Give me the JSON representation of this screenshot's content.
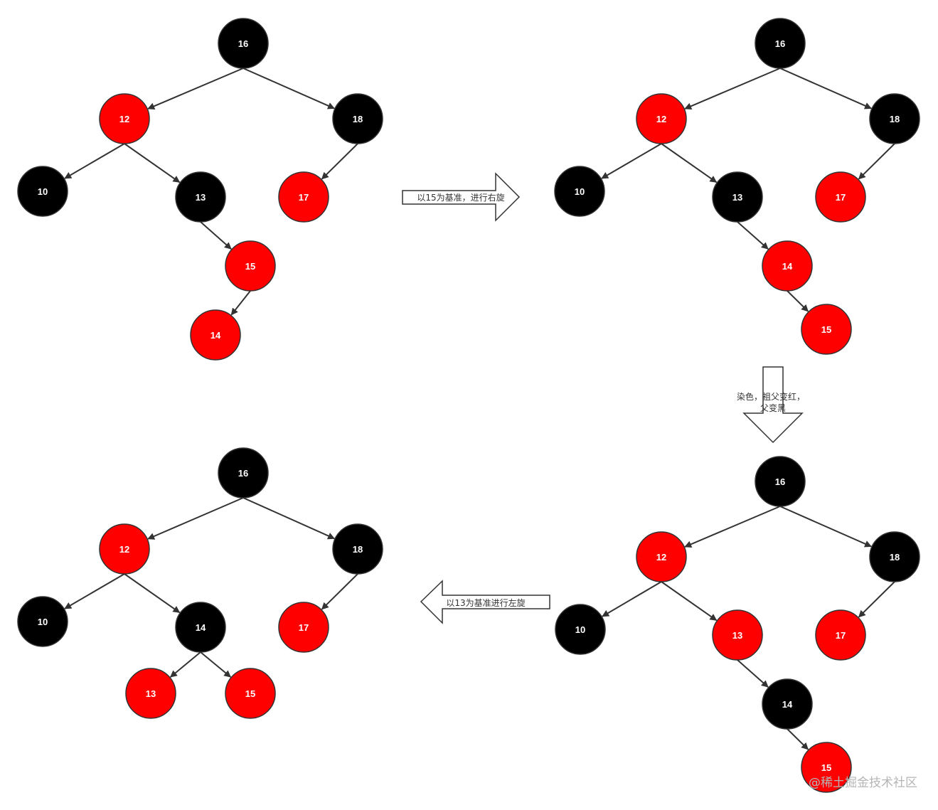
{
  "colors": {
    "black_node": "#000000",
    "red_node": "#ff0000",
    "node_stroke": "#333333",
    "edge": "#333333",
    "label": "#ffffff"
  },
  "trees": [
    {
      "id": "tree-1-initial",
      "nodes": [
        {
          "id": "16",
          "label": "16",
          "color": "black"
        },
        {
          "id": "12",
          "label": "12",
          "color": "red"
        },
        {
          "id": "18",
          "label": "18",
          "color": "black"
        },
        {
          "id": "10",
          "label": "10",
          "color": "black"
        },
        {
          "id": "13",
          "label": "13",
          "color": "black"
        },
        {
          "id": "17",
          "label": "17",
          "color": "red"
        },
        {
          "id": "15",
          "label": "15",
          "color": "red"
        },
        {
          "id": "14",
          "label": "14",
          "color": "red"
        }
      ],
      "edges": [
        [
          "16",
          "12"
        ],
        [
          "16",
          "18"
        ],
        [
          "12",
          "10"
        ],
        [
          "12",
          "13"
        ],
        [
          "18",
          "17"
        ],
        [
          "13",
          "15"
        ],
        [
          "15",
          "14"
        ]
      ]
    },
    {
      "id": "tree-2-after-right-rotation",
      "nodes": [
        {
          "id": "16",
          "label": "16",
          "color": "black"
        },
        {
          "id": "12",
          "label": "12",
          "color": "red"
        },
        {
          "id": "18",
          "label": "18",
          "color": "black"
        },
        {
          "id": "10",
          "label": "10",
          "color": "black"
        },
        {
          "id": "13",
          "label": "13",
          "color": "black"
        },
        {
          "id": "17",
          "label": "17",
          "color": "red"
        },
        {
          "id": "14",
          "label": "14",
          "color": "red"
        },
        {
          "id": "15",
          "label": "15",
          "color": "red"
        }
      ],
      "edges": [
        [
          "16",
          "12"
        ],
        [
          "16",
          "18"
        ],
        [
          "12",
          "10"
        ],
        [
          "12",
          "13"
        ],
        [
          "18",
          "17"
        ],
        [
          "13",
          "14"
        ],
        [
          "14",
          "15"
        ]
      ]
    },
    {
      "id": "tree-3-after-recolor",
      "nodes": [
        {
          "id": "16",
          "label": "16",
          "color": "black"
        },
        {
          "id": "12",
          "label": "12",
          "color": "red"
        },
        {
          "id": "18",
          "label": "18",
          "color": "black"
        },
        {
          "id": "10",
          "label": "10",
          "color": "black"
        },
        {
          "id": "13",
          "label": "13",
          "color": "red"
        },
        {
          "id": "17",
          "label": "17",
          "color": "red"
        },
        {
          "id": "14",
          "label": "14",
          "color": "black"
        },
        {
          "id": "15",
          "label": "15",
          "color": "red"
        }
      ],
      "edges": [
        [
          "16",
          "12"
        ],
        [
          "16",
          "18"
        ],
        [
          "12",
          "10"
        ],
        [
          "12",
          "13"
        ],
        [
          "18",
          "17"
        ],
        [
          "13",
          "14"
        ],
        [
          "14",
          "15"
        ]
      ]
    },
    {
      "id": "tree-4-after-left-rotation",
      "nodes": [
        {
          "id": "16",
          "label": "16",
          "color": "black"
        },
        {
          "id": "12",
          "label": "12",
          "color": "red"
        },
        {
          "id": "18",
          "label": "18",
          "color": "black"
        },
        {
          "id": "10",
          "label": "10",
          "color": "black"
        },
        {
          "id": "14",
          "label": "14",
          "color": "black"
        },
        {
          "id": "17",
          "label": "17",
          "color": "red"
        },
        {
          "id": "13",
          "label": "13",
          "color": "red"
        },
        {
          "id": "15",
          "label": "15",
          "color": "red"
        }
      ],
      "edges": [
        [
          "16",
          "12"
        ],
        [
          "16",
          "18"
        ],
        [
          "12",
          "10"
        ],
        [
          "12",
          "14"
        ],
        [
          "18",
          "17"
        ],
        [
          "14",
          "13"
        ],
        [
          "14",
          "15"
        ]
      ]
    }
  ],
  "arrows": {
    "right_rotate": {
      "label": "以15为基准，进行右旋"
    },
    "recolor": {
      "line1": "染色，祖父变红，",
      "line2": "父变黑"
    },
    "left_rotate": {
      "label": "以13为基准进行左旋"
    }
  },
  "watermark": "@稀土掘金技术社区"
}
